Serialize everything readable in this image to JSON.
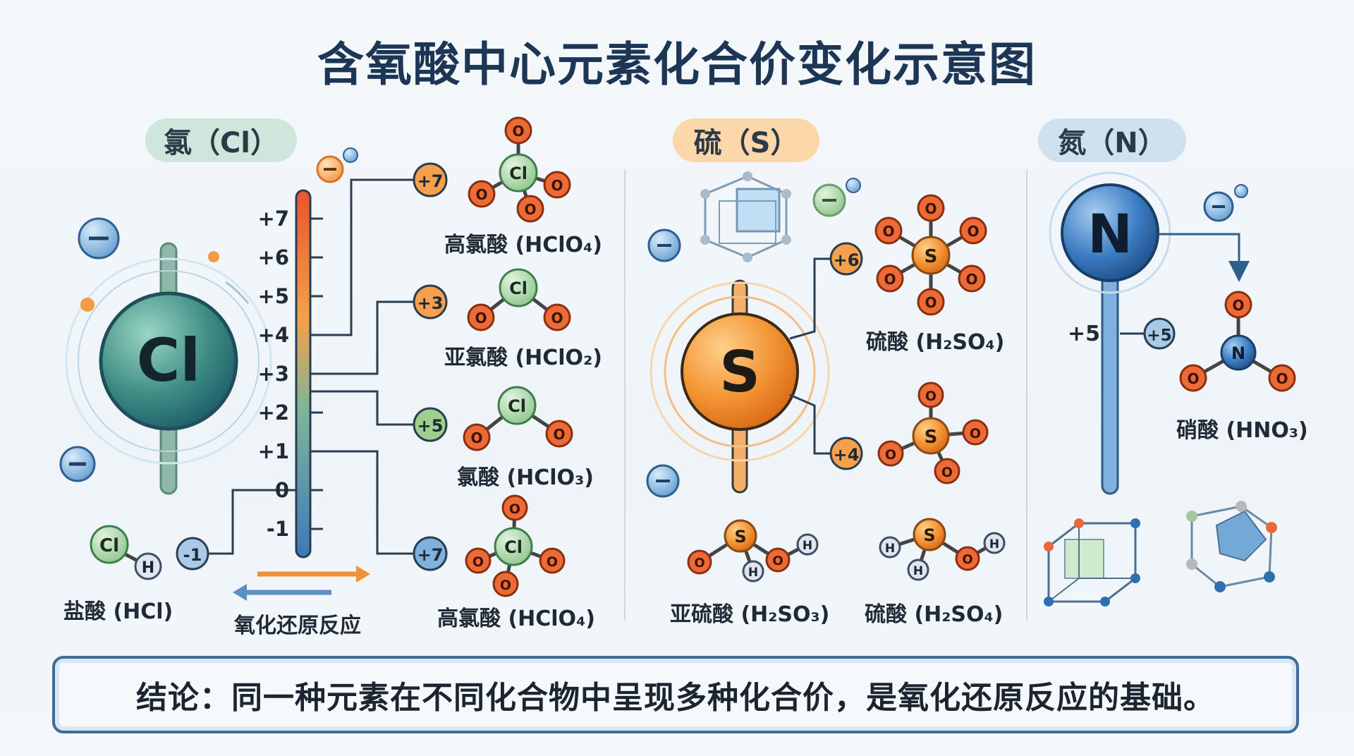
{
  "title": "含氧酸中心元素化合价变化示意图",
  "sections": {
    "chlorine": {
      "label": "氯（Cl）",
      "symbol": "Cl"
    },
    "sulfur": {
      "label": "硫（S）",
      "symbol": "S"
    },
    "nitrogen": {
      "label": "氮（N）",
      "symbol": "N"
    }
  },
  "scale": {
    "ticks": [
      "+7",
      "+6",
      "+5",
      "+4",
      "+3",
      "+2",
      "+1",
      "0",
      "-1"
    ]
  },
  "badges": {
    "cl_p7_top": "+7",
    "cl_p3": "+3",
    "cl_p5": "+5",
    "cl_p7_bottom": "+7",
    "cl_m1": "-1",
    "s_p6": "+6",
    "s_p4": "+4",
    "n_p5": "+5"
  },
  "acids": {
    "hclo4_top": "高氯酸 (HClO₄)",
    "hclo2": "亚氯酸 (HClO₂)",
    "hclo3": "氯酸 (HClO₃)",
    "hclo4_bottom": "高氯酸 (HClO₄)",
    "hcl": "盐酸 (HCl)",
    "h2so4_top": "硫酸 (H₂SO₄)",
    "h2so3": "亚硫酸 (H₂SO₃)",
    "h2so4_bottom": "硫酸 (H₂SO₄)",
    "hno3": "硝酸 (HNO₃)"
  },
  "atoms": {
    "O": "O",
    "H": "H",
    "Cl": "Cl",
    "S": "S",
    "N": "N"
  },
  "n_level": "+5",
  "redox_label": "氧化还原反应",
  "conclusion": "结论：同一种元素在不同化合物中呈现多种化合价，是氧化还原反应的基础。",
  "colors": {
    "title": "#1e3656",
    "chlorine": "#2f7d6a",
    "sulfur": "#f0912f",
    "nitrogen": "#2f6fb0",
    "oxygen": "#e3602c",
    "hydrogen": "#c9d3e0"
  }
}
